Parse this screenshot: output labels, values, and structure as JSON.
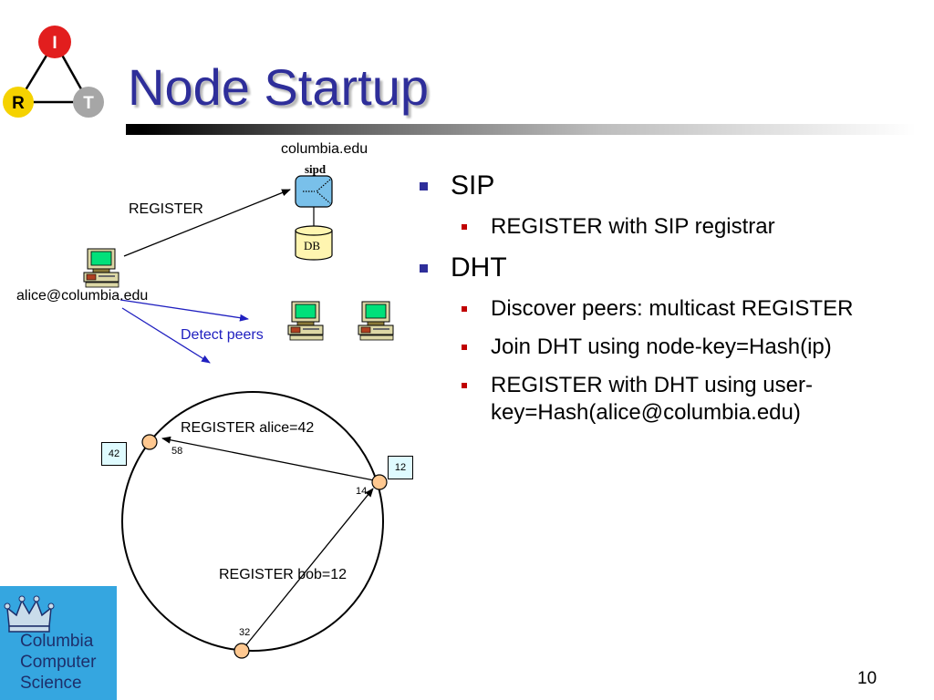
{
  "slide": {
    "title": "Node Startup",
    "page_number": "10"
  },
  "bullets": [
    {
      "text": "SIP",
      "sub": [
        "REGISTER with SIP registrar"
      ]
    },
    {
      "text": "DHT",
      "sub": [
        "Discover peers: multicast REGISTER",
        "Join DHT using node-key=Hash(ip)",
        "REGISTER with DHT using user-key=Hash(alice@columbia.edu)"
      ]
    }
  ],
  "diagram": {
    "server_domain": "columbia.edu",
    "server_name": "sipd",
    "db_label": "DB",
    "register_label": "REGISTER",
    "user_label": "alice@columbia.edu",
    "detect_label": "Detect peers",
    "ring_register_alice": "REGISTER alice=42",
    "ring_register_bob": "REGISTER bob=12",
    "node_58": "58",
    "node_14": "14",
    "node_32": "32",
    "key_42": "42",
    "key_12": "12"
  },
  "logo": {
    "line1": "Columbia",
    "line2": "Computer",
    "line3": "Science"
  },
  "irt_logo": {
    "top": "I",
    "left": "R",
    "right": "T"
  },
  "colors": {
    "title": "#2e2e9a",
    "bullet_l1": "#2e2e9a",
    "bullet_l2": "#c00000",
    "logo_bg": "#35a6e0",
    "detect_arrows": "#2020c0"
  }
}
